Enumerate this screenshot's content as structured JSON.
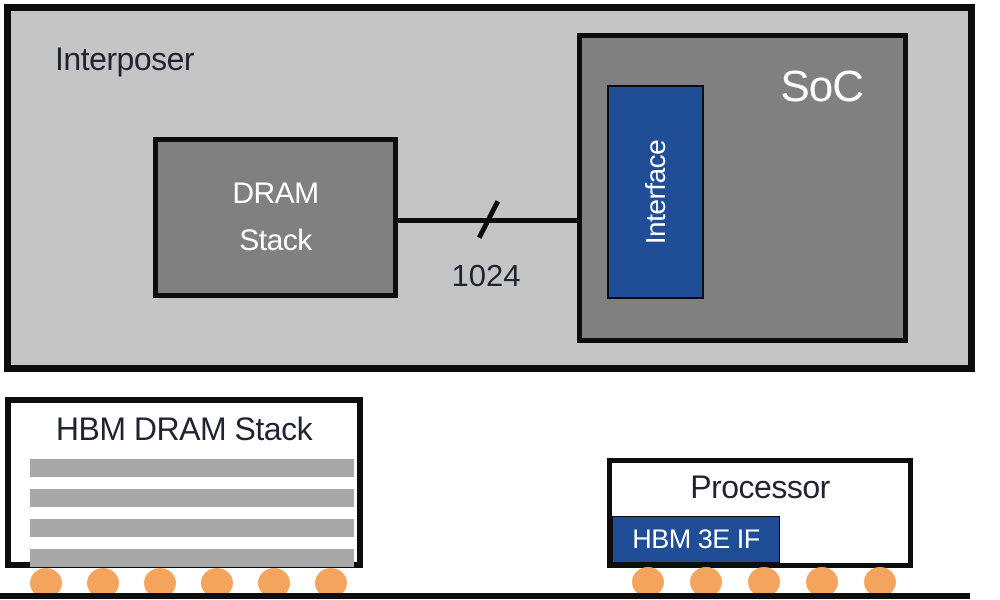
{
  "colors": {
    "interposer_fill": "#C5C5C6",
    "chip_fill": "#808080",
    "accent_blue": "#1F4E96",
    "bump_orange": "#F4A45C",
    "bar_gray": "#A8A8A9",
    "dark_text": "#1F2430",
    "outline_black": "#0D0D0D"
  },
  "top_diagram": {
    "interposer_label": "Interposer",
    "dram_stack": {
      "line1": "DRAM",
      "line2": "Stack"
    },
    "soc_label": "SoC",
    "interface_label": "Interface",
    "bus_width_label": "1024"
  },
  "bottom_diagram": {
    "hbm_stack": {
      "title": "HBM DRAM Stack",
      "die_bar_count": 4,
      "bump_count": 6
    },
    "processor": {
      "title": "Processor",
      "interface_label": "HBM 3E IF",
      "bump_count": 5
    }
  }
}
